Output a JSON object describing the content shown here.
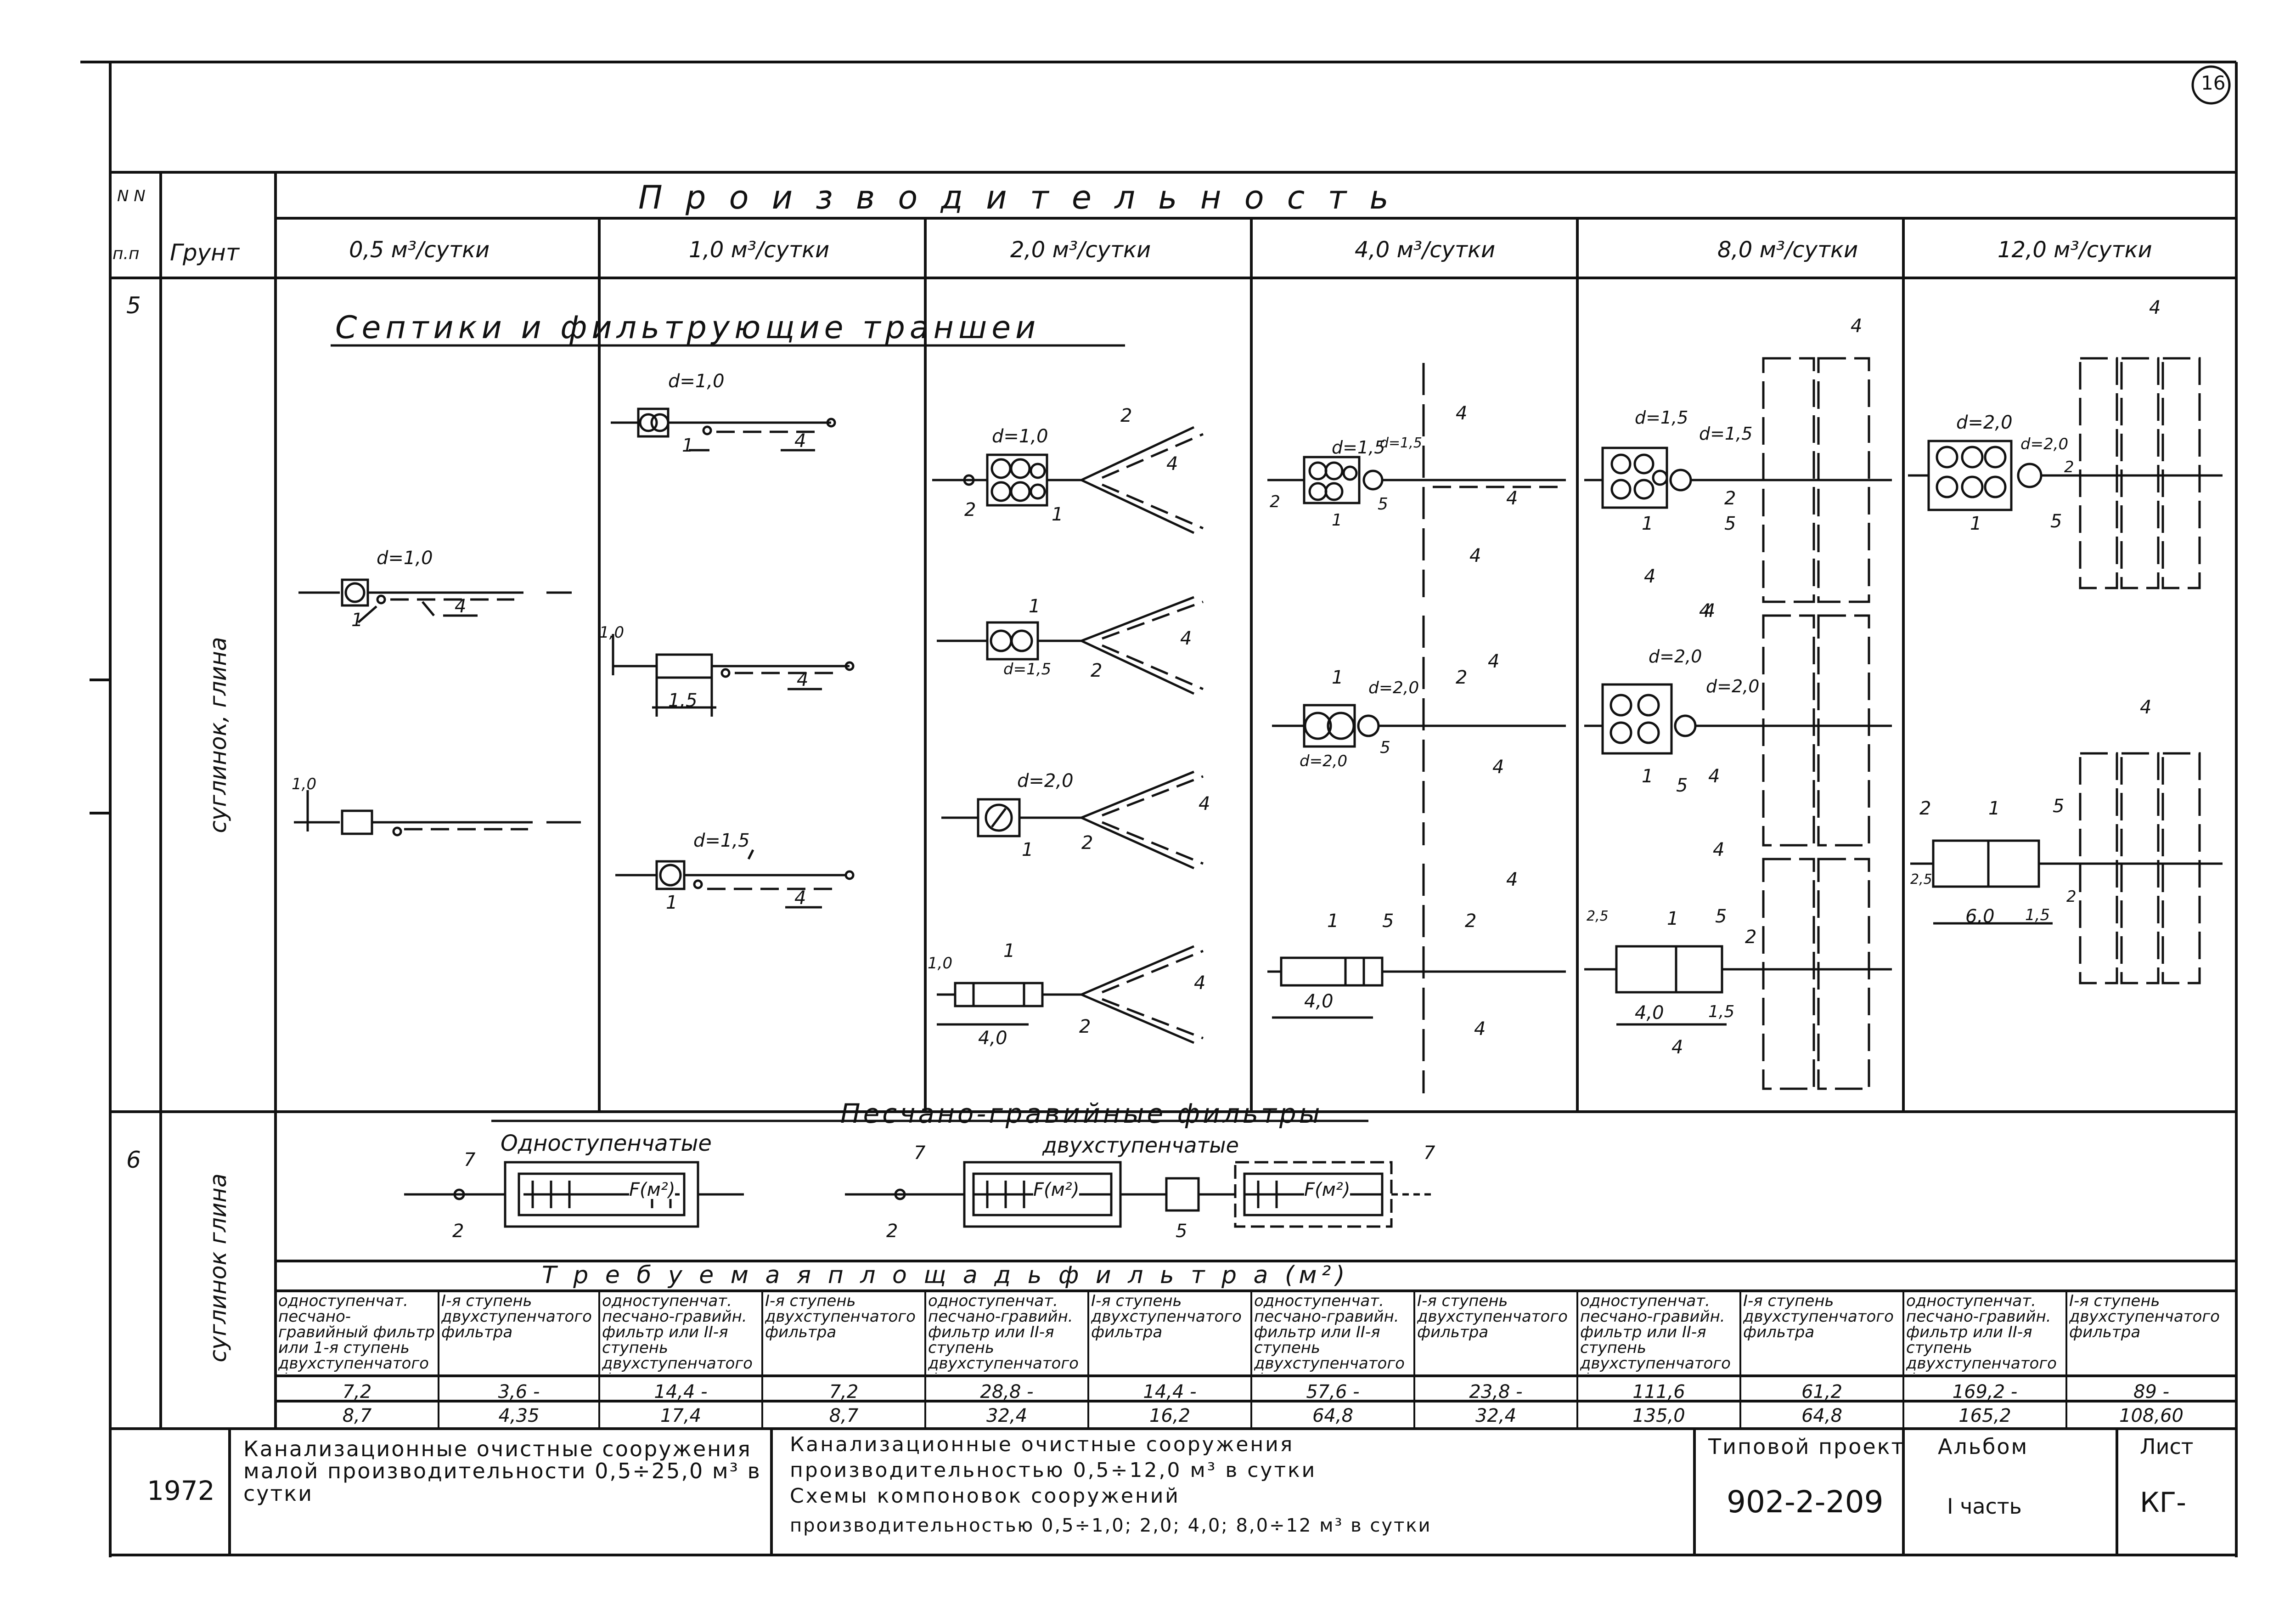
{
  "sheet_number": "16",
  "table_header": {
    "nn_line1": "N N",
    "nn_line2": "п.п",
    "ground": "Грунт",
    "capacity_title": "П р о и з в о д и т е л ь н о с т ь",
    "columns": [
      "0,5 м³/сутки",
      "1,0 м³/сутки",
      "2,0 м³/сутки",
      "4,0 м³/сутки",
      "8,0 м³/сутки",
      "12,0 м³/сутки"
    ]
  },
  "row5": {
    "number": "5",
    "ground": "суглинок, глина",
    "section_title": "Септики и фильтрующие траншеи"
  },
  "row6": {
    "number": "6",
    "ground": "суглинок глина",
    "section_title": "Песчано-гравийные фильтры",
    "single_stage": "Одноступенчатые",
    "two_stage": "двухступенчатые",
    "filter_label": "F(м²)"
  },
  "diagram_labels": {
    "d10": "d=1,0",
    "d15": "d=1,5",
    "d20": "d=2,0",
    "dim_10": "1,0",
    "dim_15": "1,5",
    "dim_40": "4,0",
    "dim_60": "6,0",
    "dim_25": "2,5",
    "n1": "1",
    "n2": "2",
    "n4": "4",
    "n5": "5",
    "n7": "7"
  },
  "area_table": {
    "title": "Т р е б у е м а я   п л о щ а д ь   ф и л ь т р а   (м²)",
    "headers": [
      "одноступенчат. песчано-гравийный фильтр или 1-я ступень двухступенчатого фильтра",
      "I-я ступень двухступенчатого фильтра",
      "одноступенчат. песчано-гравийн. фильтр или II-я ступень двухступенчатого фильтра",
      "I-я ступень двухступенчатого фильтра",
      "одноступенчат. песчано-гравийн. фильтр или II-я ступень двухступенчатого фильтра",
      "I-я ступень двухступенчатого фильтра",
      "одноступенчат. песчано-гравийн. фильтр или II-я ступень двухступенчатого фильтра",
      "I-я ступень двухступенчатого фильтра",
      "одноступенчат. песчано-гравийн. фильтр или II-я ступень двухступенчатого фильтра",
      "I-я ступень двухступенчатого фильтра",
      "одноступенчат. песчано-гравийн. фильтр или II-я ступень двухступенчатого фильтра",
      "I-я ступень двухступенчатого фильтра"
    ],
    "values_top": [
      "7,2",
      "3,6 -",
      "14,4 -",
      "7,2",
      "28,8 -",
      "14,4 -",
      "57,6 -",
      "23,8 -",
      "111,6",
      "61,2",
      "169,2 -",
      "89 -"
    ],
    "values_bottom": [
      "8,7",
      "4,35",
      "17,4",
      "8,7",
      "32,4",
      "16,2",
      "64,8",
      "32,4",
      "135,0",
      "64,8",
      "165,2",
      "108,60"
    ]
  },
  "title_block": {
    "year": "1972",
    "object_title": "Канализационные очистные сооружения малой производительности 0,5÷25,0 м³ в сутки",
    "doc_title_line1": "Канализационные очистные сооружения",
    "doc_title_line2": "производительностью 0,5÷12,0 м³ в сутки",
    "doc_title_line3": "Схемы компоновок сооружений",
    "doc_title_line4": "производительностью 0,5÷1,0; 2,0; 4,0; 8,0÷12 м³ в сутки",
    "project_label": "Типовой проект",
    "project_number": "902-2-209",
    "album_label": "Альбом",
    "album_value": "I часть",
    "sheet_label": "Лист",
    "sheet_value": "КГ-"
  }
}
